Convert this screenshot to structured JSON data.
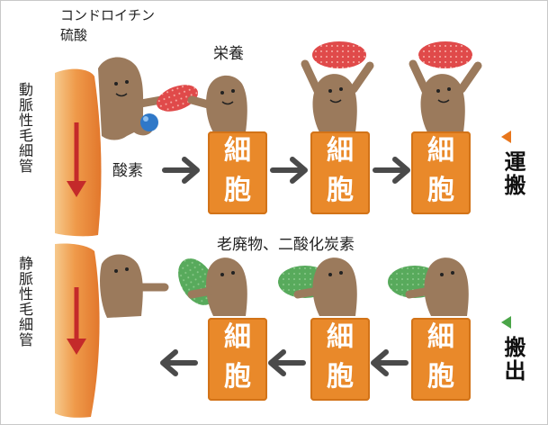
{
  "labels": {
    "chondroitin_line1": "コンドロイチン",
    "chondroitin_line2": "硫酸",
    "nutrients": "栄養",
    "oxygen": "酸素",
    "waste": "老廃物、二酸化炭素",
    "artery": "動脈性毛細管",
    "vein": "静脈性毛細管",
    "transport": "運搬",
    "export": "搬出",
    "cell_line1": "細",
    "cell_line2": "胞"
  },
  "colors": {
    "cell_orange": "#e9892a",
    "figure_brown": "#9b7a5c",
    "nutrient_red": "#e04a4a",
    "waste_green": "#56a95a",
    "oxygen_blue": "#2f78c8",
    "arrow_gray": "#4a4a4a",
    "vessel_red": "#c42a2a",
    "transport_marker": "#e8761c",
    "export_marker": "#4aa548"
  },
  "icons": [
    "left-triangle-icon",
    "right-arrow-icon",
    "left-arrow-icon",
    "down-arrow-icon"
  ]
}
